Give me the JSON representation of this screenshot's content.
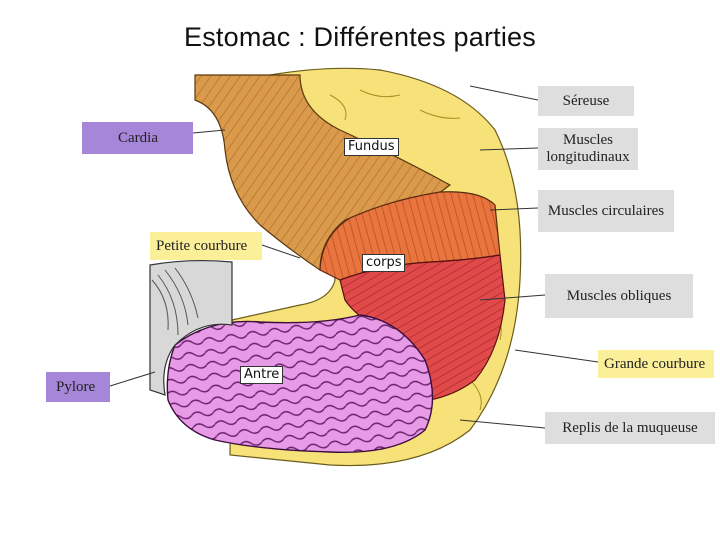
{
  "title": "Estomac : Différentes parties",
  "labels": {
    "sereuse": "Séreuse",
    "muscles_longitudinaux": "Muscles longitudinaux",
    "muscles_circulaires": "Muscles circulaires",
    "muscles_obliques": "Muscles obliques",
    "grande_courbure": "Grande courbure",
    "replis_muqueuse": "Replis de la muqueuse",
    "cardia": "Cardia",
    "petite_courbure": "Petite courbure",
    "pylore": "Pylore"
  },
  "regions": {
    "fundus": "Fundus",
    "corps": "corps",
    "antre": "Antre"
  },
  "colors": {
    "serosa": "#f7e27a",
    "esophagus": "#d99a4c",
    "longitudinal": "#e8743e",
    "circular": "#e04a4a",
    "mucosa": "#e79be6",
    "label_grey": "#dedede",
    "label_purple": "#a686d8",
    "label_yellow": "#fbef9a"
  }
}
